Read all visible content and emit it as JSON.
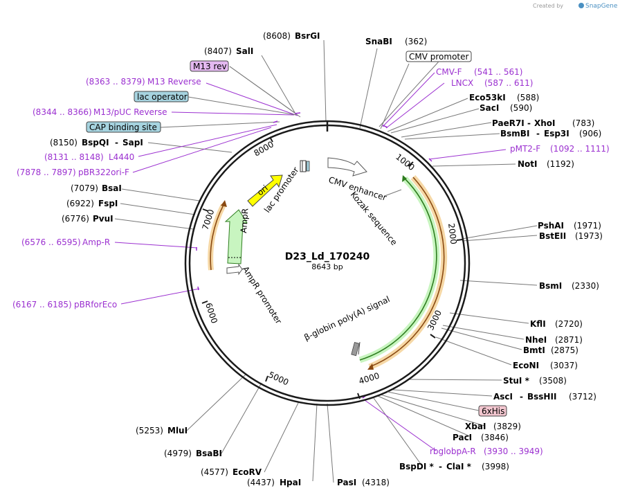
{
  "credit": {
    "created_by": "Created by",
    "brand": "SnapGene"
  },
  "plasmid": {
    "name": "D23_Ld_170240",
    "size": "8643 bp"
  },
  "ticks": [
    "1000",
    "2000",
    "3000",
    "4000",
    "5000",
    "6000",
    "7000",
    "8000"
  ],
  "sites": [
    {
      "name": "BsrGI",
      "pos": "(8608)"
    },
    {
      "name": "SalI",
      "pos": "(8407)"
    },
    {
      "name": "SnaBI",
      "pos": "(362)"
    },
    {
      "name": "Eco53kI",
      "pos": "(588)"
    },
    {
      "name": "SacI",
      "pos": "(590)"
    },
    {
      "name": "PaeR7I",
      "name2": "XhoI",
      "pos": "(783)"
    },
    {
      "name": "BsmBI",
      "name2": "Esp3I",
      "pos": "(906)"
    },
    {
      "name": "NotI",
      "pos": "(1192)"
    },
    {
      "name": "PshAI",
      "pos": "(1971)"
    },
    {
      "name": "BstEII",
      "pos": "(1973)"
    },
    {
      "name": "BsmI",
      "pos": "(2330)"
    },
    {
      "name": "KflI",
      "pos": "(2720)"
    },
    {
      "name": "NheI",
      "pos": "(2871)"
    },
    {
      "name": "BmtI",
      "pos": "(2875)"
    },
    {
      "name": "EcoNI",
      "pos": "(3037)"
    },
    {
      "name": "StuI *",
      "pos": "(3508)"
    },
    {
      "name": "AscI",
      "name2": "BssHII",
      "pos": "(3712)"
    },
    {
      "name": "XbaI",
      "pos": "(3829)"
    },
    {
      "name": "PacI",
      "pos": "(3846)"
    },
    {
      "name": "BspDI *",
      "name2": "ClaI *",
      "pos": "(3998)"
    },
    {
      "name": "PasI",
      "pos": "(4318)"
    },
    {
      "name": "HpaI",
      "pos": "(4437)"
    },
    {
      "name": "EcoRV",
      "pos": "(4577)"
    },
    {
      "name": "BsaBI",
      "pos": "(4979)"
    },
    {
      "name": "MluI",
      "pos": "(5253)"
    },
    {
      "name": "PvuI",
      "pos": "(6776)"
    },
    {
      "name": "FspI",
      "pos": "(6922)"
    },
    {
      "name": "BsaI",
      "pos": "(7079)"
    },
    {
      "name": "BspQI",
      "name2": "SapI",
      "pos": "(8150)"
    }
  ],
  "primers": [
    {
      "name": "M13 Reverse",
      "range": "(8363 .. 8379)"
    },
    {
      "name": "M13/pUC Reverse",
      "range": "(8344 .. 8366)"
    },
    {
      "name": "L4440",
      "range": "(8131 .. 8148)"
    },
    {
      "name": "pBR322ori-F",
      "range": "(7878 .. 7897)"
    },
    {
      "name": "Amp-R",
      "range": "(6576 .. 6595)"
    },
    {
      "name": "pBRforEco",
      "range": "(6167 .. 6185)"
    },
    {
      "name": "CMV-F",
      "range": "(541 .. 561)"
    },
    {
      "name": "LNCX",
      "range": "(587 .. 611)"
    },
    {
      "name": "pMT2-F",
      "range": "(1092 .. 1111)"
    },
    {
      "name": "rbglobpA-R",
      "range": "(3930 .. 3949)"
    }
  ],
  "boxed_features": {
    "m13_rev": "M13 rev",
    "lac_operator": "lac operator",
    "cap_binding_site": "CAP binding site",
    "cmv_promoter": "CMV promoter",
    "six_his": "6xHis"
  },
  "features": {
    "ori": "ori",
    "lac_promoter": "lac promoter",
    "ampr": "AmpR",
    "ampr_promoter": "AmpR promoter",
    "cmv_enhancer": "CMV enhancer",
    "kozak": "Kozak sequence",
    "beta_globin": "β-globin poly(A) signal"
  },
  "colors": {
    "backbone": "#1a1a1a",
    "primer": "#9b30d0",
    "green_feature": "#c8f5c0",
    "orange_feature": "#e8a13a",
    "ori": "#ffff00",
    "boxed_blue": "#a6d3df",
    "boxed_purple": "#e3b8f0",
    "boxed_pink": "#f2c6cf",
    "line": "#777777"
  }
}
